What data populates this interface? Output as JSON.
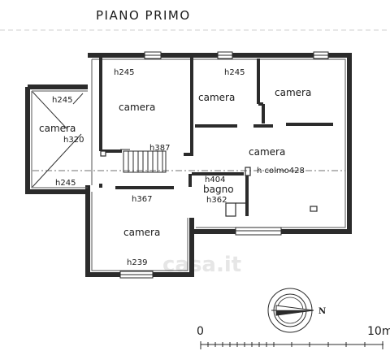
{
  "title": "PIANO PRIMO",
  "rooms": [
    {
      "label": "camera"
    },
    {
      "label": "camera"
    },
    {
      "label": "camera"
    },
    {
      "label": "camera"
    },
    {
      "label": "camera"
    },
    {
      "label": "camera"
    },
    {
      "label": "bagno"
    }
  ],
  "heights": [
    "h245",
    "h245",
    "h245",
    "h320",
    "h245",
    "h387",
    "h367",
    "h404",
    "h362",
    "h colmo428",
    "h239"
  ],
  "scale": {
    "start": "0",
    "end": "10m"
  },
  "compass": {
    "north": "N"
  },
  "watermark": "casa.it"
}
